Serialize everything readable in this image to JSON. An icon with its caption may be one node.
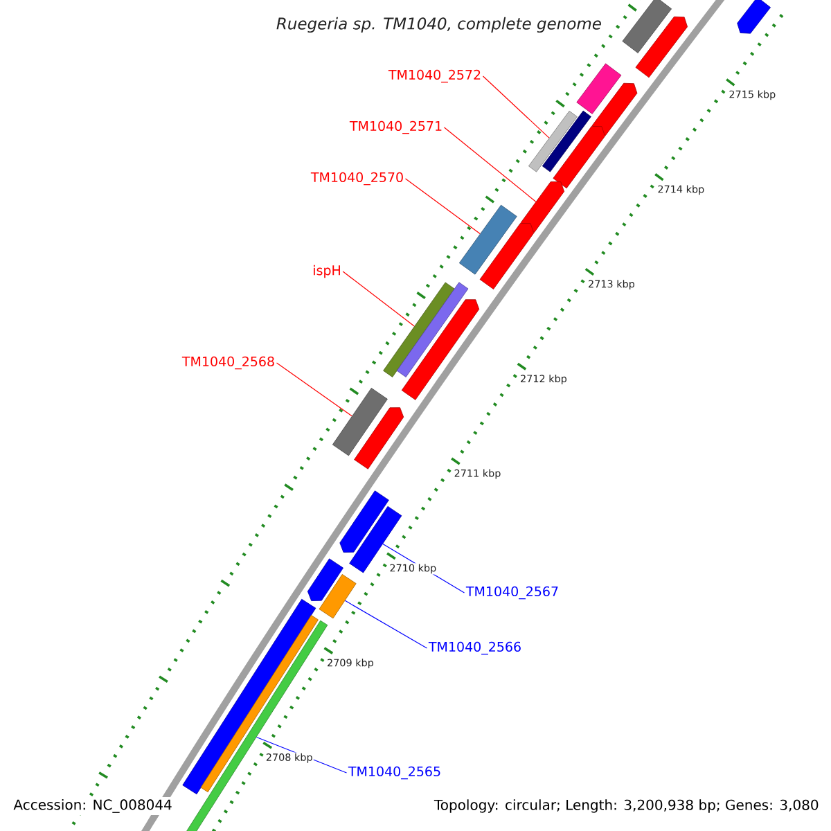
{
  "diagram": {
    "title": "Ruegeria sp. TM1040, complete genome",
    "nodes": [
      {
        "text": [
          "TM1040_2572"
        ]
      },
      {
        "text": [
          "TM1040_2571"
        ]
      },
      {
        "text": [
          "TM1040_2570"
        ]
      },
      {
        "text": [
          "ispH"
        ]
      },
      {
        "text": [
          "TM1040_2568"
        ]
      },
      {
        "text": [
          "TM1040_2567"
        ]
      },
      {
        "text": [
          "TM1040_2566"
        ]
      },
      {
        "text": [
          "TM1040_2565"
        ]
      },
      {
        "text": [],
        "shape": "arrow"
      },
      {
        "text": [],
        "shape": "bar"
      },
      {
        "text": [],
        "shape": "arrow"
      },
      {
        "text": [],
        "shape": "bar"
      },
      {
        "text": [],
        "shape": "arrow"
      },
      {
        "text": [],
        "shape": "bar"
      },
      {
        "text": [],
        "shape": "bar"
      },
      {
        "text": [],
        "shape": "arrow"
      },
      {
        "text": [],
        "shape": "arrow"
      },
      {
        "text": [],
        "shape": "bar"
      },
      {
        "text": [],
        "shape": "arrow"
      },
      {
        "text": [],
        "shape": "bar"
      },
      {
        "text": [],
        "shape": "bar"
      },
      {
        "text": [],
        "shape": "arrow"
      },
      {
        "text": [],
        "shape": "bar"
      },
      {
        "text": [],
        "shape": "arrow"
      },
      {
        "text": [],
        "shape": "arrow"
      },
      {
        "text": [],
        "shape": "bar"
      },
      {
        "text": [],
        "shape": "arrow"
      },
      {
        "text": [],
        "shape": "bar"
      },
      {
        "text": [],
        "shape": "bar"
      },
      {
        "text": [],
        "shape": "bar"
      },
      {
        "text": [],
        "shape": "bar"
      }
    ],
    "edges": [
      {
        "from": 0,
        "to": 13,
        "arrow": "none"
      },
      {
        "from": 1,
        "to": 16,
        "arrow": "none"
      },
      {
        "from": 2,
        "to": 17,
        "arrow": "none"
      },
      {
        "from": 3,
        "to": 19,
        "arrow": "none"
      },
      {
        "from": 4,
        "to": 22,
        "arrow": "none"
      },
      {
        "from": 5,
        "to": 25,
        "arrow": "none",
        "color": "#0000ff"
      },
      {
        "from": 6,
        "to": 27,
        "arrow": "none",
        "color": "#0000ff"
      },
      {
        "from": 7,
        "to": 30,
        "arrow": "none",
        "color": "#0000ff"
      }
    ],
    "labels": [
      "2715 kbp",
      "2714 kbp",
      "2713 kbp",
      "2712 kbp",
      "2711 kbp",
      "2710 kbp",
      "2709 kbp",
      "2708 kbp",
      "Accession: NC_008044",
      "Topology: circular; Length: 3,200,938 bp; Genes: 3,080"
    ]
  }
}
